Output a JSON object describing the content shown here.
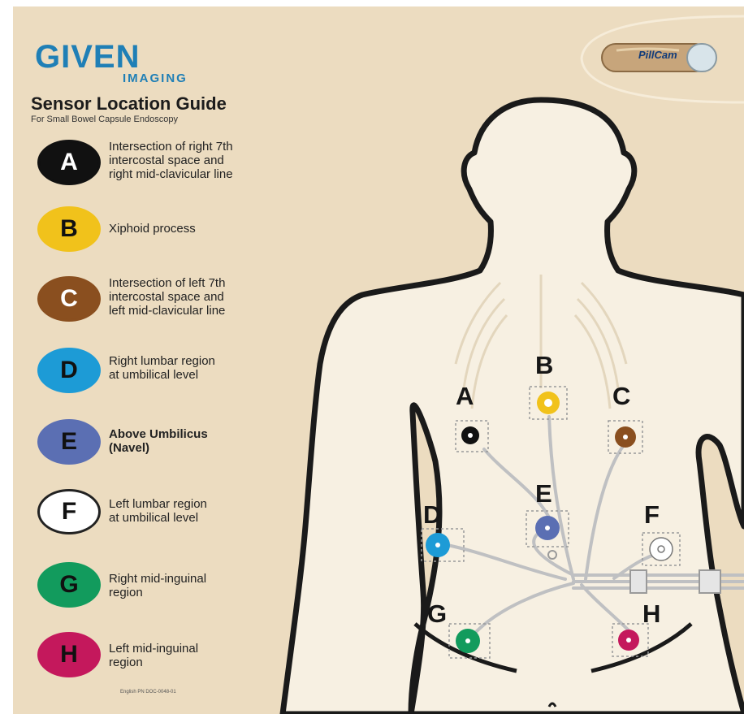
{
  "brand": {
    "logo_main": "GIVEN",
    "logo_sub": "IMAGING"
  },
  "guide": {
    "title": "Sensor Location Guide",
    "subtitle": "For Small Bowel Capsule Endoscopy"
  },
  "capsule": {
    "label": "PillCam"
  },
  "sensors": [
    {
      "letter": "A",
      "description": "Intersection of right 7th\nintercostal space and\nright mid-clavicular line",
      "color": "#111111",
      "text_color": "#ffffff",
      "bold": false
    },
    {
      "letter": "B",
      "description": "Xiphoid process",
      "color": "#f1c21b",
      "text_color": "#111111",
      "bold": false
    },
    {
      "letter": "C",
      "description": "Intersection of left 7th\nintercostal space and\nleft mid-clavicular line",
      "color": "#8a4f1f",
      "text_color": "#ffffff",
      "bold": false
    },
    {
      "letter": "D",
      "description": "Right lumbar region\nat umbilical level",
      "color": "#1d9bd6",
      "text_color": "#111111",
      "bold": false
    },
    {
      "letter": "E",
      "description": "Above Umbilicus\n(Navel)",
      "color": "#5b6fb3",
      "text_color": "#111111",
      "bold": true
    },
    {
      "letter": "F",
      "description": "Left lumbar region\nat umbilical level",
      "color": "#ffffff",
      "text_color": "#111111",
      "bold": false
    },
    {
      "letter": "G",
      "description": "Right mid-inguinal\nregion",
      "color": "#129b5d",
      "text_color": "#111111",
      "bold": false
    },
    {
      "letter": "H",
      "description": "Left mid-inguinal\nregion",
      "color": "#c4185c",
      "text_color": "#111111",
      "bold": false
    }
  ],
  "footnote": "English PN DOC-0048-01",
  "colors": {
    "background": "#ecdcc0",
    "body_fill": "#f7f0e2",
    "body_outline": "#1a1a1a",
    "brand_blue": "#1f7fb6"
  }
}
